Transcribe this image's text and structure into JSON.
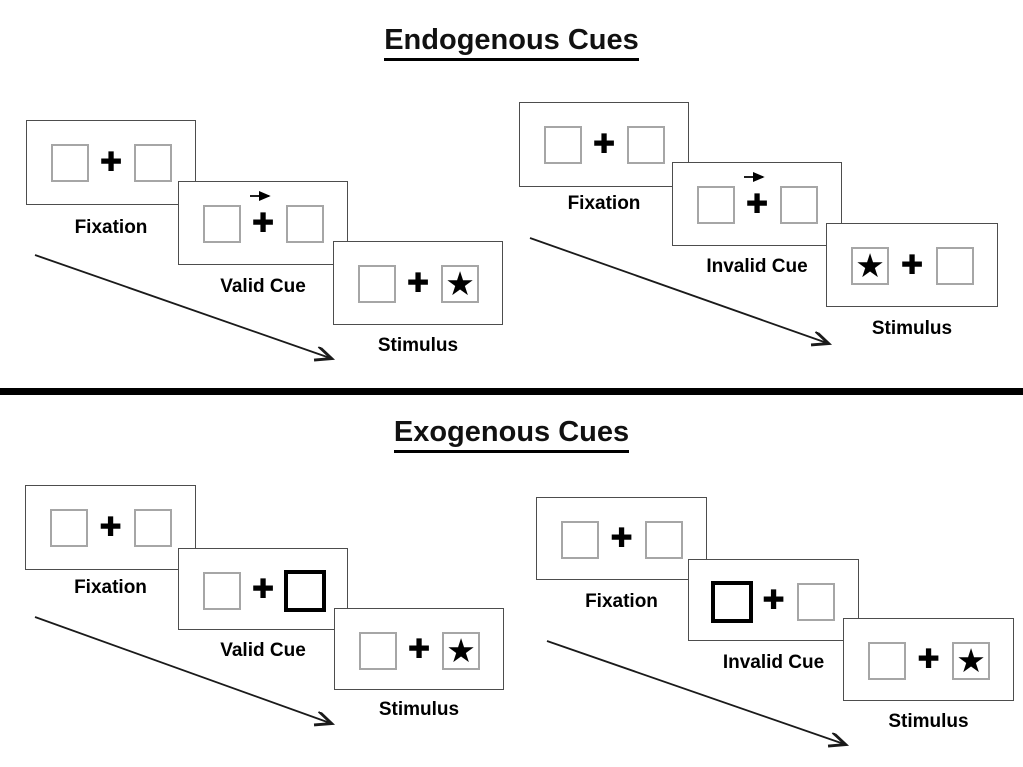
{
  "colors": {
    "background": "#ffffff",
    "panel_border": "#4d4d4d",
    "placeholder_box_border": "#a6a6a6",
    "accent": "#000000"
  },
  "icons": {
    "plus": "✚",
    "star": "★"
  },
  "sections": [
    {
      "title": "Endogenous Cues",
      "trials": [
        {
          "cue_type": "valid",
          "cue_direction": "right",
          "star_side": "right",
          "panels": [
            {
              "label": "Fixation"
            },
            {
              "label": "Valid Cue"
            },
            {
              "label": "Stimulus"
            }
          ]
        },
        {
          "cue_type": "invalid",
          "cue_direction": "right",
          "star_side": "left",
          "panels": [
            {
              "label": "Fixation"
            },
            {
              "label": "Invalid Cue"
            },
            {
              "label": "Stimulus"
            }
          ]
        }
      ]
    },
    {
      "title": "Exogenous Cues",
      "trials": [
        {
          "cue_type": "valid",
          "highlight_side": "right",
          "star_side": "right",
          "panels": [
            {
              "label": "Fixation"
            },
            {
              "label": "Valid Cue"
            },
            {
              "label": "Stimulus"
            }
          ]
        },
        {
          "cue_type": "invalid",
          "highlight_side": "left",
          "star_side": "right",
          "panels": [
            {
              "label": "Fixation"
            },
            {
              "label": "Invalid Cue"
            },
            {
              "label": "Stimulus"
            }
          ]
        }
      ]
    }
  ]
}
